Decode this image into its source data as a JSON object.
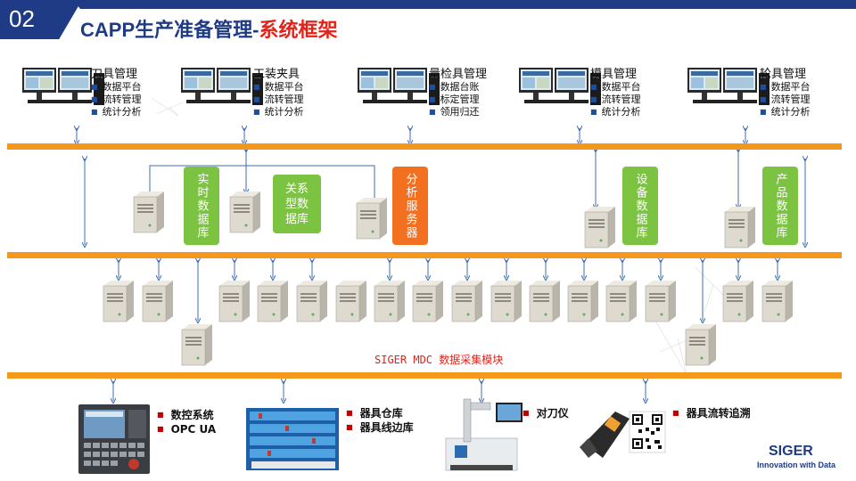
{
  "header": {
    "number": "02",
    "title_main": "CAPP生产准备管理-",
    "title_accent": "系统框架"
  },
  "modules": [
    {
      "title": "刀具管理",
      "items": [
        "数据平台",
        "流转管理",
        "统计分析"
      ]
    },
    {
      "title": "工装夹具",
      "items": [
        "数据平台",
        "流转管理",
        "统计分析"
      ]
    },
    {
      "title": "量检具管理",
      "items": [
        "数据台账",
        "标定管理",
        "领用归还"
      ]
    },
    {
      "title": "模具管理",
      "items": [
        "数据平台",
        "流转管理",
        "统计分析"
      ]
    },
    {
      "title": "轮具管理",
      "items": [
        "数据平台",
        "流转管理",
        "统计分析"
      ]
    }
  ],
  "databases": {
    "realtime": "实时数据库",
    "relational": "关系型数据库",
    "analysis_server": "分析服务器",
    "equipment": "设备数据库",
    "product": "产品数据库"
  },
  "mdc_label": "SIGER MDC 数据采集模块",
  "devices": [
    {
      "items": [
        "数控系统",
        "OPC UA"
      ]
    },
    {
      "items": [
        "器具仓库",
        "器具线边库"
      ]
    },
    {
      "items": [
        "对刀仪"
      ]
    },
    {
      "items": [
        "器具流转追溯"
      ]
    }
  ],
  "brand": {
    "name": "SIGER",
    "tagline": "Innovation with Data"
  },
  "colors": {
    "navy": "#1f3b86",
    "orange": "#f5961d",
    "green": "#7dc342",
    "accent_orange": "#f37021",
    "red": "#e32219"
  }
}
